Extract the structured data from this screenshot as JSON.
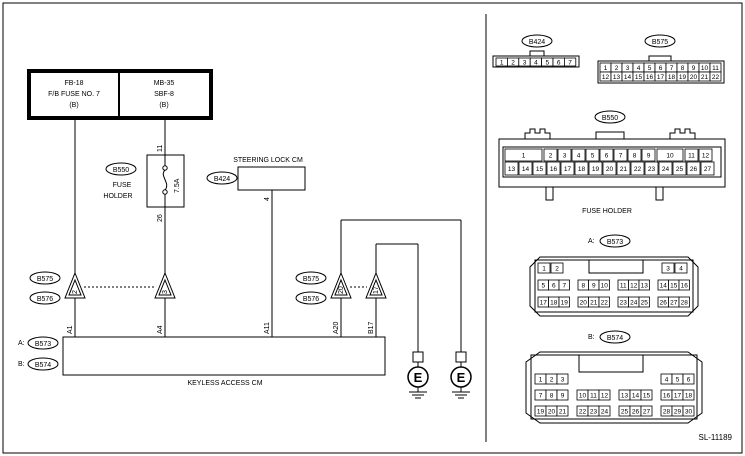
{
  "power": {
    "left": {
      "line1": "FB-18",
      "line2": "F/B FUSE NO. 7",
      "line3": "(B)"
    },
    "right": {
      "line1": "MB-35",
      "line2": "SBF-8",
      "line3": "(B)"
    }
  },
  "fuse": {
    "connector": "B550",
    "label1": "FUSE",
    "label2": "HOLDER",
    "rating": "7.5A",
    "pin_top": "11",
    "pin_bottom": "26"
  },
  "steering_lock": {
    "title": "STEERING LOCK CM",
    "connector": "B424",
    "pin": "4"
  },
  "junction": {
    "conn_a": "B575",
    "conn_b": "B576",
    "tri1": "2",
    "tri2": "3",
    "tri3": "20",
    "tri4": "17"
  },
  "keyless": {
    "title": "KEYLESS ACCESS CM",
    "prefix_a": "A:",
    "prefix_b": "B:",
    "conn_a": "B573",
    "conn_b": "B574",
    "pins": [
      "A1",
      "A4",
      "A11",
      "A20",
      "B17"
    ]
  },
  "ground": {
    "symbol": "E"
  },
  "right_panel": {
    "b424": {
      "label": "B424",
      "pins": [
        "1",
        "2",
        "3",
        "4",
        "5",
        "6",
        "7"
      ]
    },
    "b575": {
      "label": "B575",
      "row1": [
        "1",
        "2",
        "3",
        "4",
        "5",
        "6",
        "7",
        "8",
        "9",
        "10",
        "11"
      ],
      "row2": [
        "12",
        "13",
        "14",
        "15",
        "16",
        "17",
        "18",
        "19",
        "20",
        "21",
        "22"
      ]
    },
    "b550": {
      "label": "B550",
      "caption": "FUSE HOLDER",
      "top": [
        "1",
        "2",
        "3",
        "4",
        "5",
        "6",
        "7",
        "8",
        "9",
        "10",
        "11",
        "12"
      ],
      "bottom": [
        "13",
        "14",
        "15",
        "16",
        "17",
        "18",
        "19",
        "20",
        "21",
        "22",
        "23",
        "24",
        "25",
        "26",
        "27"
      ]
    },
    "b573": {
      "prefix": "A:",
      "label": "B573",
      "row1": [
        "1",
        "2",
        "3",
        "4"
      ],
      "row2": [
        "5",
        "6",
        "7",
        "8",
        "9",
        "10",
        "11",
        "12",
        "13",
        "14",
        "15",
        "16"
      ],
      "row3": [
        "17",
        "18",
        "19",
        "20",
        "21",
        "22",
        "23",
        "24",
        "25",
        "26",
        "27",
        "28"
      ]
    },
    "b574": {
      "prefix": "B:",
      "label": "B574",
      "row1": [
        "1",
        "2",
        "3",
        "4",
        "5",
        "6"
      ],
      "row2": [
        "7",
        "8",
        "9",
        "10",
        "11",
        "12",
        "13",
        "14",
        "15",
        "16",
        "17",
        "18"
      ],
      "row3": [
        "19",
        "20",
        "21",
        "22",
        "23",
        "24",
        "25",
        "26",
        "27",
        "28",
        "29",
        "30"
      ]
    }
  },
  "code": "SL-11189"
}
